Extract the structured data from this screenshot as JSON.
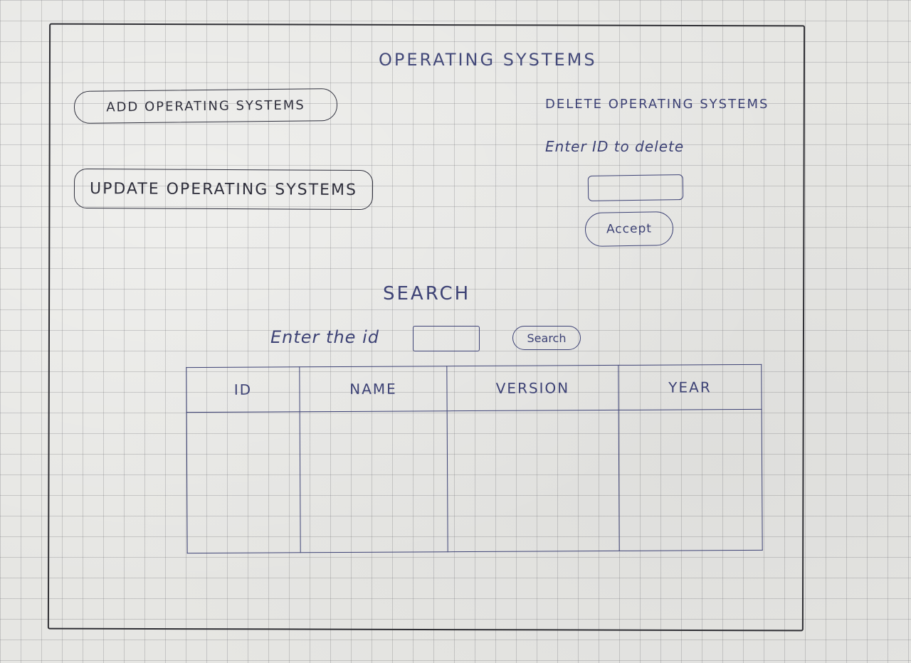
{
  "header": {
    "title": "OPERATING SYSTEMS"
  },
  "actions": {
    "add_label": "ADD OPERATING SYSTEMS",
    "update_label": "UPDATE OPERATING SYSTEMS"
  },
  "delete_panel": {
    "title": "DELETE OPERATING SYSTEMS",
    "prompt": "Enter ID to delete",
    "id_value": "",
    "accept_label": "Accept"
  },
  "search": {
    "title": "SEARCH",
    "prompt": "Enter the id",
    "id_value": "",
    "button_label": "Search"
  },
  "results_table": {
    "columns": [
      "ID",
      "NAME",
      "VERSION",
      "YEAR"
    ],
    "rows": []
  },
  "colors": {
    "ink": "#3d4275",
    "pencil": "#2f2f34",
    "paper": "#e6e6e3"
  }
}
